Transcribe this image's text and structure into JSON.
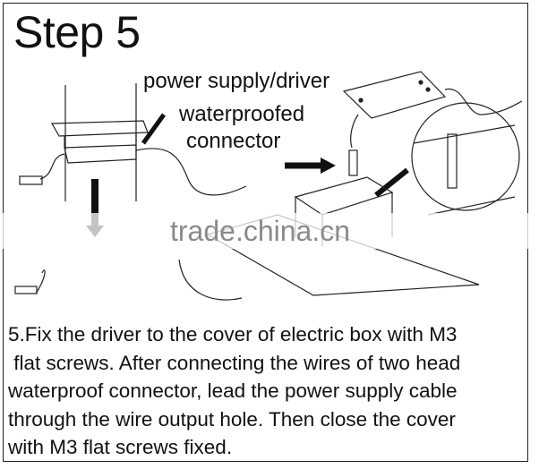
{
  "title": "Step 5",
  "labels": {
    "driver": "power supply/driver",
    "connector_line1": "waterproofed",
    "connector_line2": "connector"
  },
  "watermark": "trade.china.cn",
  "description": [
    "5.Fix the driver to the cover of electric box with M3",
    " flat screws. After connecting the wires of two head",
    "waterproof connector, lead the power supply cable",
    "through the wire output hole. Then close the cover",
    "with M3 flat screws fixed."
  ]
}
